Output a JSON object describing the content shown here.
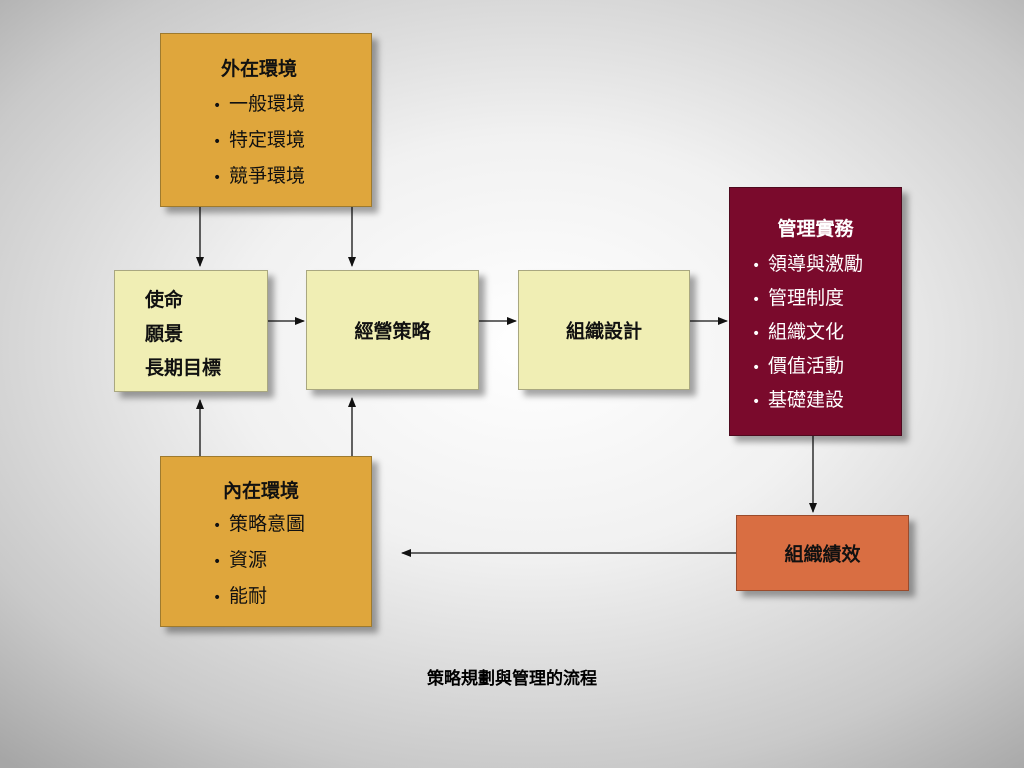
{
  "external_env": {
    "title": "外在環境",
    "items": [
      "一般環境",
      "特定環境",
      "競爭環境"
    ]
  },
  "mission_box": {
    "lines": [
      "使命",
      "願景",
      "長期目標"
    ]
  },
  "strategy_box": {
    "label": "經營策略"
  },
  "org_design_box": {
    "label": "組織設計"
  },
  "mgmt_practice": {
    "title": "管理實務",
    "items": [
      "領導與激勵",
      "管理制度",
      "組織文化",
      "價值活動",
      "基礎建設"
    ]
  },
  "internal_env": {
    "title": "內在環境",
    "items": [
      "策略意圖",
      "資源",
      "能耐"
    ]
  },
  "org_performance_box": {
    "label": "組織績效"
  },
  "caption": "策略規劃與管理的流程",
  "colors": {
    "gold": "#dfa63c",
    "cream": "#f0eeb4",
    "maroon": "#7a0a2c",
    "orange": "#d96e42"
  }
}
